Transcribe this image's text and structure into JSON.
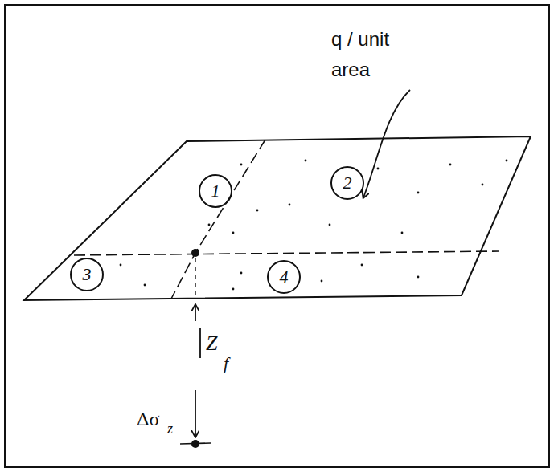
{
  "diagram": {
    "nodes": [
      {
        "text": [
          "1"
        ]
      },
      {
        "text": [
          "2"
        ]
      },
      {
        "text": [
          "3"
        ]
      },
      {
        "text": [
          "4"
        ]
      }
    ],
    "labels": [
      "q / unit area",
      "Z",
      "f",
      "Δσ",
      "z"
    ]
  }
}
